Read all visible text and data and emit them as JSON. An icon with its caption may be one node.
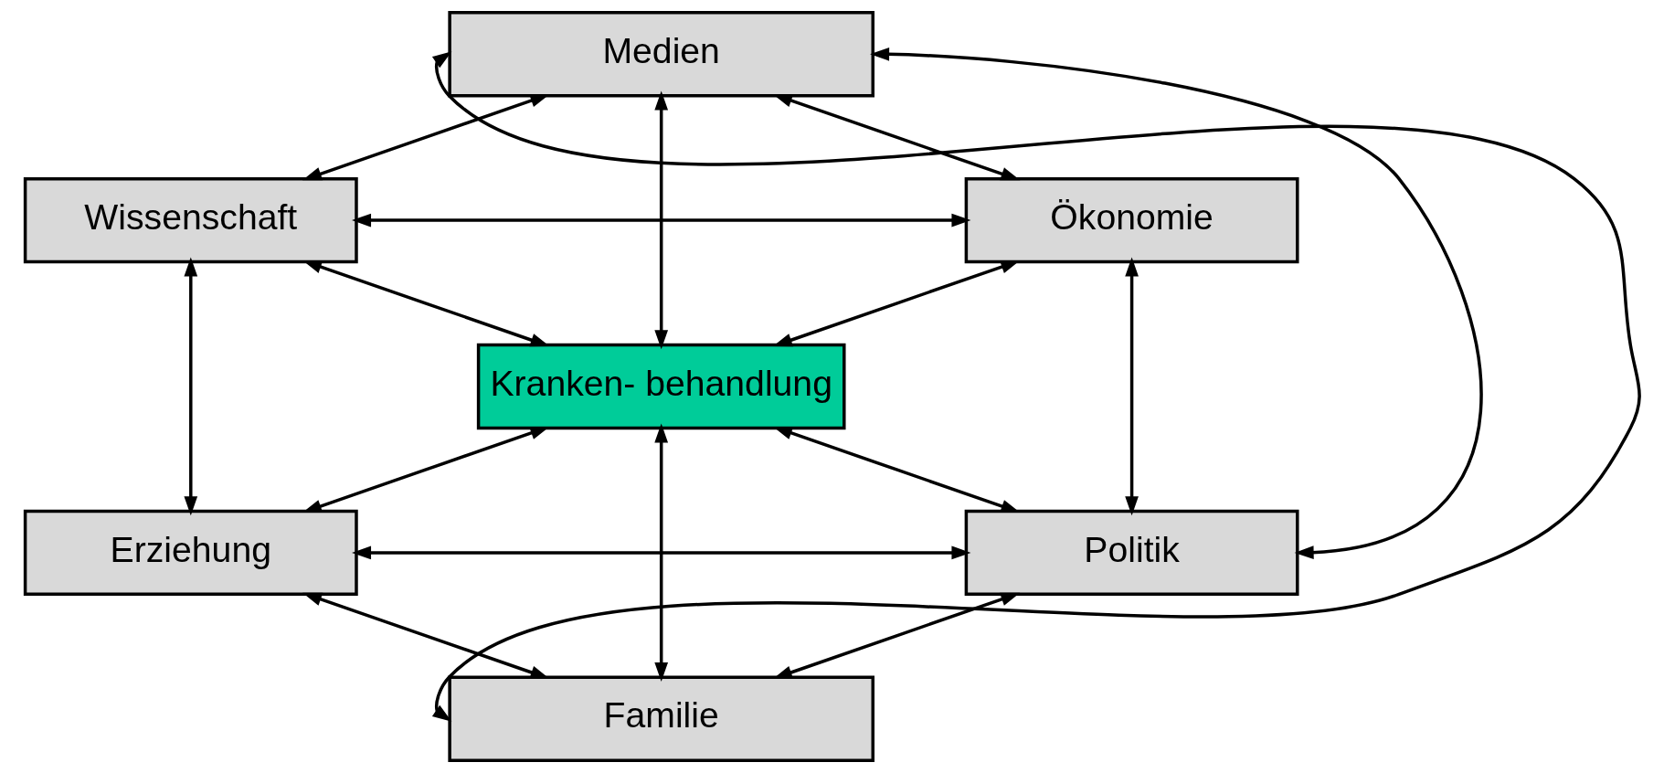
{
  "diagram": {
    "nodes": [
      {
        "text": [
          "Medien"
        ]
      },
      {
        "text": [
          "Wissenschaft"
        ]
      },
      {
        "text": [
          "Ökonomie"
        ]
      },
      {
        "text": [
          "Kranken- behandlung"
        ]
      },
      {
        "text": [
          "Erziehung"
        ]
      },
      {
        "text": [
          "Politik"
        ]
      },
      {
        "text": [
          "Familie"
        ]
      }
    ],
    "edges": [
      {
        "from": 0,
        "to": 1,
        "arrow": "both"
      },
      {
        "from": 0,
        "to": 2,
        "arrow": "both"
      },
      {
        "from": 0,
        "to": 3,
        "arrow": "both"
      },
      {
        "from": 1,
        "to": 2,
        "arrow": "both"
      },
      {
        "from": 1,
        "to": 3,
        "arrow": "both"
      },
      {
        "from": 2,
        "to": 3,
        "arrow": "both"
      },
      {
        "from": 1,
        "to": 4,
        "arrow": "both"
      },
      {
        "from": 2,
        "to": 5,
        "arrow": "both"
      },
      {
        "from": 3,
        "to": 4,
        "arrow": "both"
      },
      {
        "from": 3,
        "to": 5,
        "arrow": "both"
      },
      {
        "from": 4,
        "to": 5,
        "arrow": "both"
      },
      {
        "from": 3,
        "to": 6,
        "arrow": "both"
      },
      {
        "from": 4,
        "to": 6,
        "arrow": "both"
      },
      {
        "from": 5,
        "to": 6,
        "arrow": "both"
      },
      {
        "from": 0,
        "to": 6,
        "arrow": "both"
      },
      {
        "from": 0,
        "to": 5,
        "arrow": "both"
      }
    ]
  }
}
